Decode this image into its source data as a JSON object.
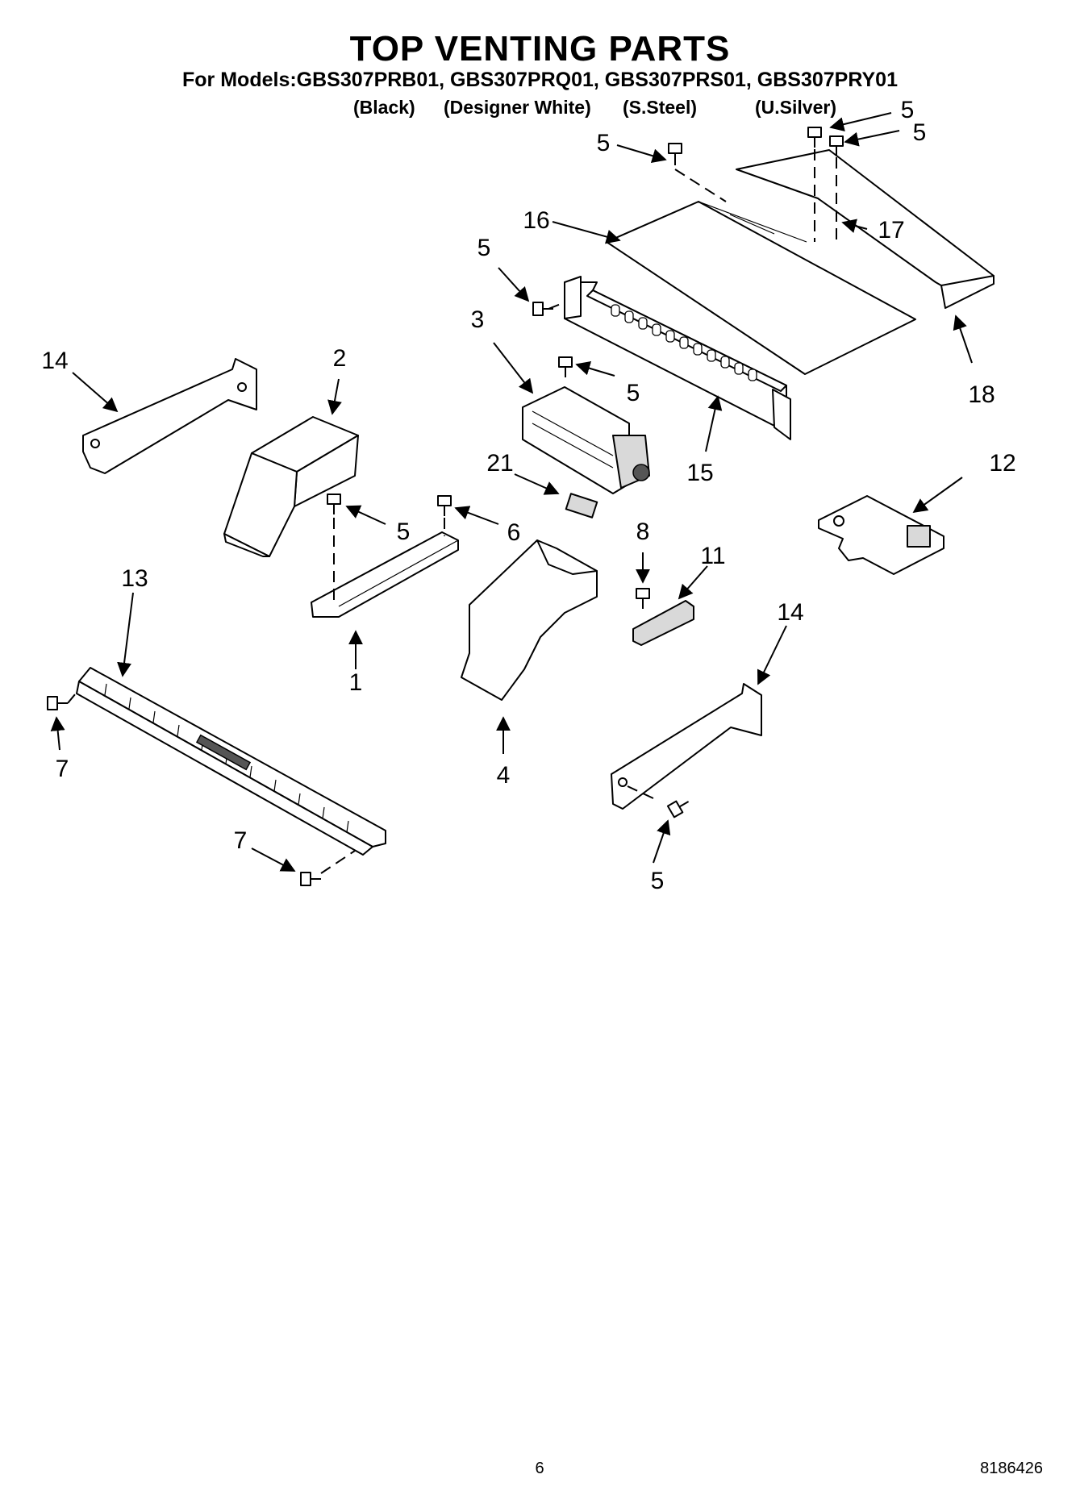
{
  "header": {
    "title": "TOP VENTING PARTS",
    "models": "For Models:GBS307PRB01, GBS307PRQ01, GBS307PRS01, GBS307PRY01",
    "variants": [
      "(Black)",
      "(Designer White)",
      "(S.Steel)",
      "(U.Silver)"
    ]
  },
  "callouts": {
    "c5_top_right_a": "5",
    "c5_top_right_b": "5",
    "c5_top_left": "5",
    "c17": "17",
    "c16": "16",
    "c5_mid": "5",
    "c3": "3",
    "c18": "18",
    "c5_switch": "5",
    "c15": "15",
    "c14_left": "14",
    "c2": "2",
    "c21": "21",
    "c12": "12",
    "c5_duct": "5",
    "c6": "6",
    "c8": "8",
    "c11": "11",
    "c13": "13",
    "c14_right": "14",
    "c1": "1",
    "c4": "4",
    "c7_left": "7",
    "c7_bottom": "7",
    "c5_bottom": "5"
  },
  "footer": {
    "page_number": "6",
    "document_number": "8186426"
  }
}
